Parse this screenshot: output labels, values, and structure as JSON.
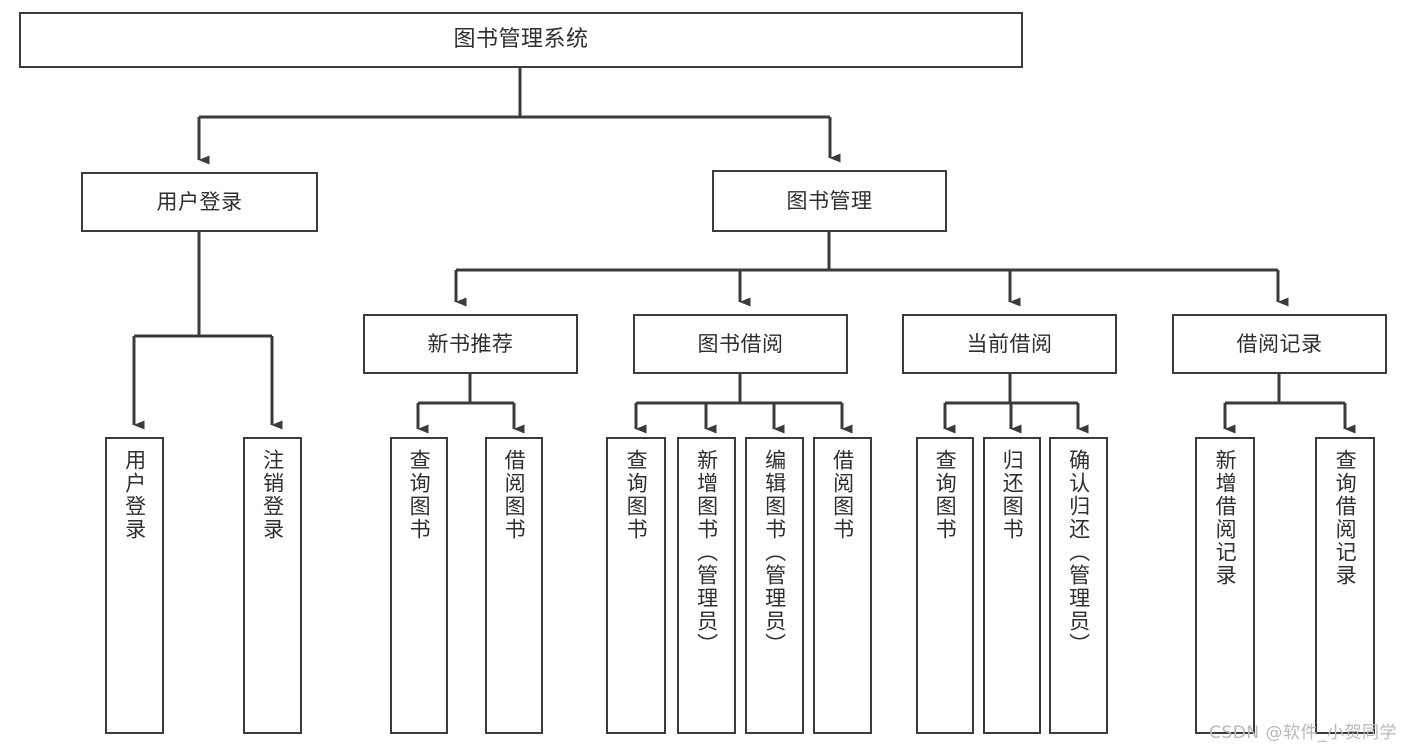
{
  "diagram": {
    "title_node": {
      "label": "图书管理系统"
    },
    "level1": [
      {
        "id": "user-login",
        "label": "用户登录"
      },
      {
        "id": "book-manage",
        "label": "图书管理"
      }
    ],
    "level2": [
      {
        "id": "new-book-recommend",
        "label": "新书推荐"
      },
      {
        "id": "book-borrow",
        "label": "图书借阅"
      },
      {
        "id": "current-borrow",
        "label": "当前借阅"
      },
      {
        "id": "borrow-record",
        "label": "借阅记录"
      }
    ],
    "leaves": {
      "user_login": [
        {
          "id": "leaf-user-login",
          "label": "用户登录"
        },
        {
          "id": "leaf-logout",
          "label": "注销登录"
        }
      ],
      "new_book_recommend": [
        {
          "id": "leaf-query-book-1",
          "label": "查询图书"
        },
        {
          "id": "leaf-borrow-book-1",
          "label": "借阅图书"
        }
      ],
      "book_borrow": [
        {
          "id": "leaf-query-book-2",
          "label": "查询图书"
        },
        {
          "id": "leaf-add-book-admin",
          "label": "新增图书（管理员）"
        },
        {
          "id": "leaf-edit-book-admin",
          "label": "编辑图书（管理员）"
        },
        {
          "id": "leaf-borrow-book-2",
          "label": "借阅图书"
        }
      ],
      "current_borrow": [
        {
          "id": "leaf-query-book-3",
          "label": "查询图书"
        },
        {
          "id": "leaf-return-book",
          "label": "归还图书"
        },
        {
          "id": "leaf-confirm-return-admin",
          "label": "确认归还（管理员）"
        }
      ],
      "borrow_record": [
        {
          "id": "leaf-add-borrow-record",
          "label": "新增借阅记录"
        },
        {
          "id": "leaf-query-borrow-record",
          "label": "查询借阅记录"
        }
      ]
    },
    "watermark": {
      "text": "CSDN @软件_小贺同学"
    },
    "colors": {
      "border": "#3b3b3b",
      "text": "#2f2f2f",
      "background": "#ffffff",
      "watermark": "#b9b9b9"
    }
  }
}
